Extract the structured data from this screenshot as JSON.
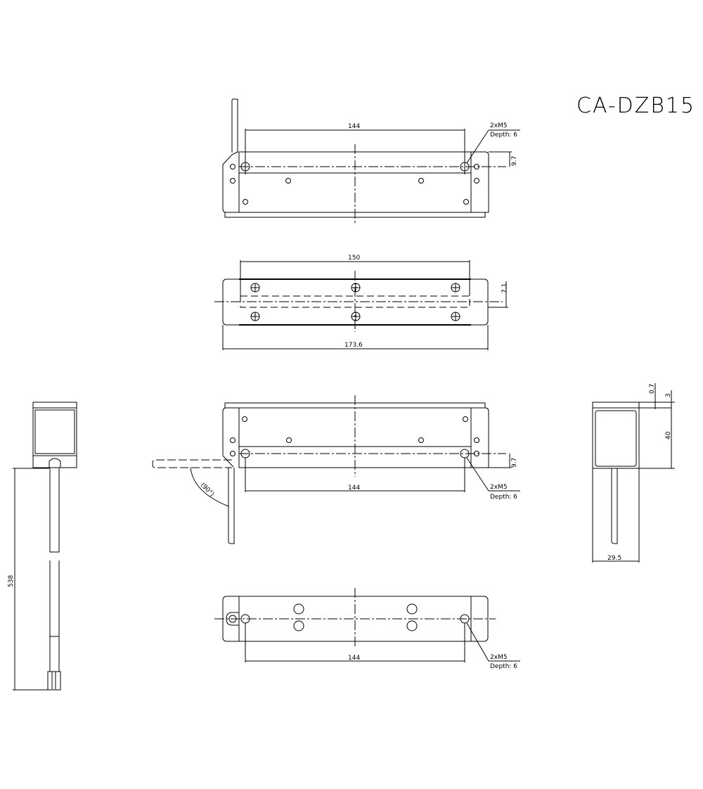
{
  "title": "CA-DZB15",
  "views": {
    "top_view": {
      "dim_hole_spacing": "144",
      "callout_line1": "2xM5",
      "callout_line2": "Depth: 6",
      "dim_offset": "9.7"
    },
    "front_view": {
      "dim_inner": "150",
      "dim_overall": "173.6",
      "dim_offset": "7.1"
    },
    "bottom_view": {
      "dim_hole_spacing": "144",
      "callout_line1": "2xM5",
      "callout_line2": "Depth: 6",
      "dim_offset": "9.7",
      "angle": "(90°)"
    },
    "plan_view": {
      "dim_hole_spacing": "144",
      "callout_line1": "2xM5",
      "callout_line2": "Depth: 6"
    },
    "side_view_right": {
      "dim_width": "29.5",
      "dim_height": "40",
      "dim_top": "3",
      "dim_thin": "0.7"
    },
    "side_view_left": {
      "dim_cable_length": "538"
    }
  }
}
